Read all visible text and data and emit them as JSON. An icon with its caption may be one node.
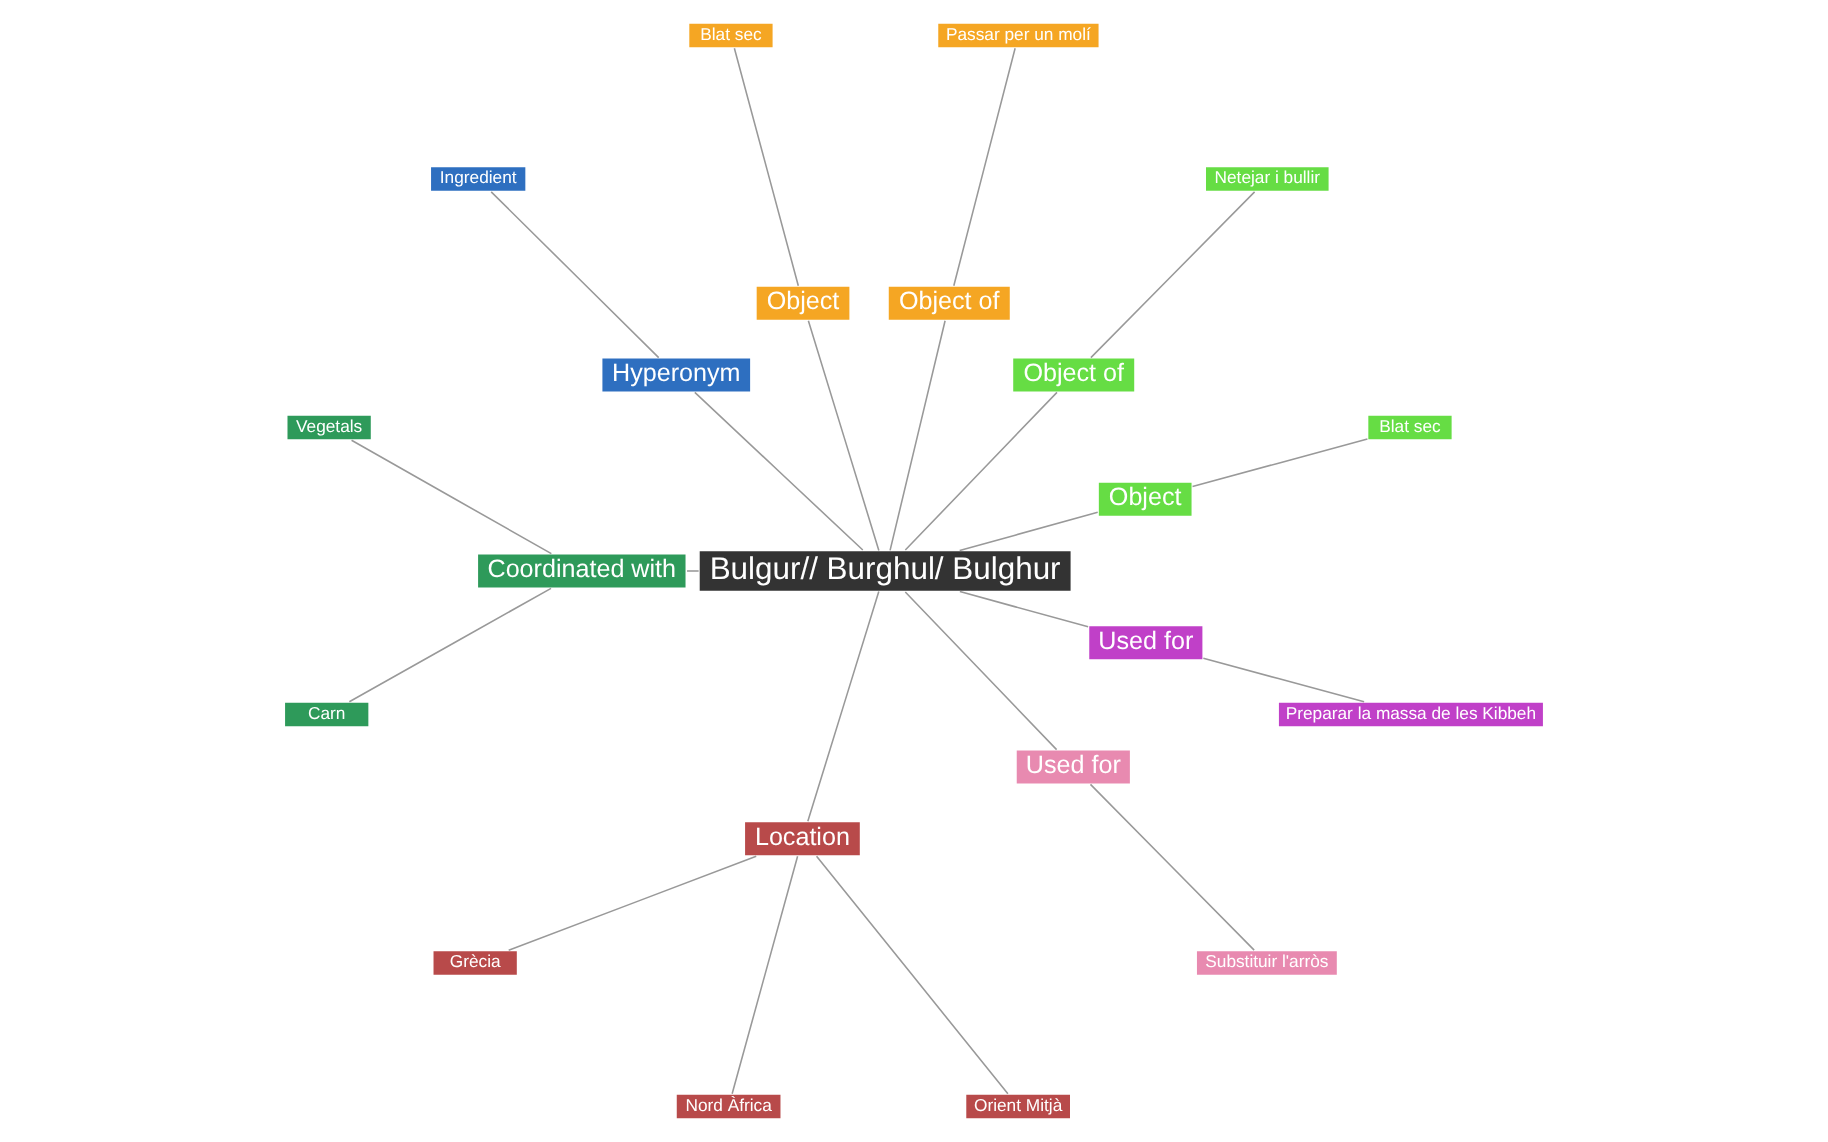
{
  "diagram": {
    "nodes": [
      {
        "text": [
          "Netejar i bullir"
        ]
      },
      {
        "text": [
          "Blat sec"
        ]
      },
      {
        "text": [
          "Passar per un molí"
        ]
      },
      {
        "text": [
          "Object"
        ]
      },
      {
        "text": [
          "Object of"
        ]
      },
      {
        "text": [
          "Blat sec"
        ]
      },
      {
        "text": [
          "Object of"
        ]
      },
      {
        "text": [
          "Object"
        ]
      },
      {
        "text": [
          "Ingredient"
        ]
      },
      {
        "text": [
          "Hyperonym"
        ]
      },
      {
        "text": [
          "Bulgur// Burghul/ Bulghur"
        ]
      },
      {
        "text": [
          "Vegetals"
        ]
      },
      {
        "text": [
          "Coordinated with"
        ]
      },
      {
        "text": [
          "Grècia"
        ]
      },
      {
        "text": [
          "Location"
        ]
      },
      {
        "text": [
          "Carn"
        ]
      },
      {
        "text": [
          "Used for"
        ]
      },
      {
        "text": [
          "Used for"
        ]
      },
      {
        "text": [
          "Nord Àfrica"
        ]
      },
      {
        "text": [
          "Orient Mitjà"
        ]
      },
      {
        "text": [
          "Substituir l'arròs"
        ]
      },
      {
        "text": [
          "Preparar la massa de les Kibbeh"
        ]
      }
    ],
    "edges": [
      {
        "from": 10,
        "to": 4,
        "arrow": "none"
      },
      {
        "from": 4,
        "to": 0,
        "arrow": "none"
      },
      {
        "from": 10,
        "to": 3,
        "arrow": "none"
      },
      {
        "from": 3,
        "to": 1,
        "arrow": "none"
      },
      {
        "from": 10,
        "to": 6,
        "arrow": "none"
      },
      {
        "from": 6,
        "to": 2,
        "arrow": "none"
      },
      {
        "from": 10,
        "to": 7,
        "arrow": "none"
      },
      {
        "from": 7,
        "to": 5,
        "arrow": "none"
      },
      {
        "from": 10,
        "to": 9,
        "arrow": "none"
      },
      {
        "from": 9,
        "to": 8,
        "arrow": "none"
      },
      {
        "from": 10,
        "to": 12,
        "arrow": "none"
      },
      {
        "from": 12,
        "to": 11,
        "arrow": "none"
      },
      {
        "from": 12,
        "to": 15,
        "arrow": "none"
      },
      {
        "from": 10,
        "to": 14,
        "arrow": "none"
      },
      {
        "from": 14,
        "to": 13,
        "arrow": "none"
      },
      {
        "from": 14,
        "to": 18,
        "arrow": "none"
      },
      {
        "from": 14,
        "to": 19,
        "arrow": "none"
      },
      {
        "from": 10,
        "to": 16,
        "arrow": "none"
      },
      {
        "from": 16,
        "to": 20,
        "arrow": "none"
      },
      {
        "from": 10,
        "to": 17,
        "arrow": "none"
      },
      {
        "from": 17,
        "to": 21,
        "arrow": "none"
      }
    ]
  }
}
